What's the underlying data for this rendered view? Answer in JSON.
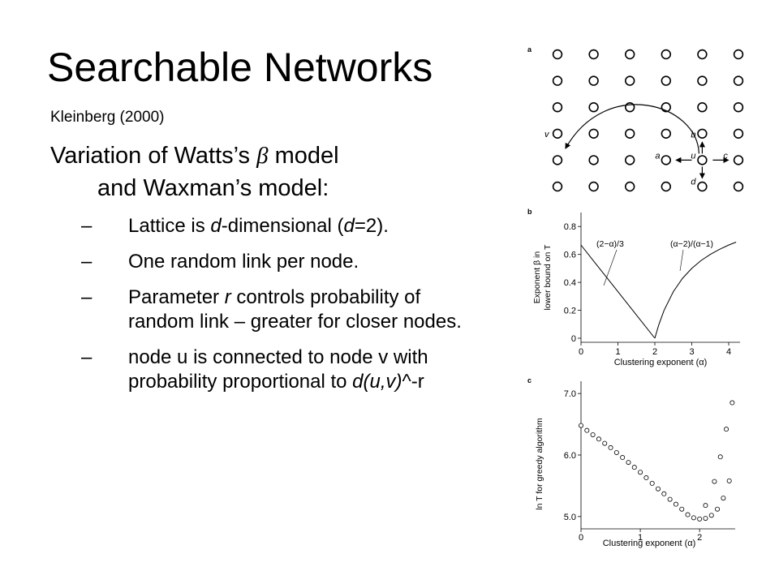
{
  "title": "Searchable Networks",
  "subtitle": "Kleinberg (2000)",
  "heading": {
    "line1_pre": "Variation of Watts’s ",
    "beta": "β",
    "line1_post": " model",
    "line2": "and Waxman’s model:"
  },
  "bullet_marker": "–",
  "bullets": [
    {
      "parts": [
        [
          "Lattice is ",
          false
        ],
        [
          "d",
          true
        ],
        [
          "-dimensional (",
          false
        ],
        [
          "d",
          true
        ],
        [
          "=2).",
          false
        ]
      ]
    },
    {
      "parts": [
        [
          "One random link per node.",
          false
        ]
      ]
    },
    {
      "parts": [
        [
          "Parameter ",
          false
        ],
        [
          "r",
          true
        ],
        [
          " controls probability of random link – greater for closer nodes.",
          false
        ]
      ]
    },
    {
      "parts": [
        [
          "node u is connected to node v with probability proportional to ",
          false
        ],
        [
          "d(u,v)",
          true
        ],
        [
          "^-r",
          false
        ]
      ]
    }
  ],
  "panel_a": {
    "panel_label": "a",
    "rows": 6,
    "cols": 6,
    "node_labels": {
      "v": "v",
      "b": "b",
      "a": "a",
      "u": "u",
      "c": "c",
      "d": "d"
    }
  },
  "chart_data": [
    {
      "type": "line",
      "panel_label": "b",
      "xlabel": "Clustering exponent (α)",
      "ylabel_line1": "Exponent β in",
      "ylabel_line2": "lower bound on T",
      "xlim": [
        0,
        4
      ],
      "ylim": [
        0,
        0.9
      ],
      "xticks": [
        "0",
        "1",
        "2",
        "3",
        "4"
      ],
      "yticks": [
        "0",
        "0.2",
        "0.4",
        "0.6",
        "0.8"
      ],
      "annotations": [
        "(2−α)/3",
        "(α−2)/(α−1)"
      ],
      "series": [
        {
          "x": [
            0,
            0.4,
            0.8,
            1.2,
            1.6,
            2.0
          ],
          "values": [
            0.667,
            0.533,
            0.4,
            0.267,
            0.133,
            0
          ]
        },
        {
          "x": [
            2.0,
            2.1,
            2.25,
            2.5,
            2.75,
            3.0,
            3.25,
            3.5,
            3.75,
            4.0,
            4.2
          ],
          "values": [
            0,
            0.091,
            0.2,
            0.333,
            0.429,
            0.5,
            0.556,
            0.6,
            0.636,
            0.667,
            0.688
          ]
        }
      ]
    },
    {
      "type": "scatter",
      "panel_label": "c",
      "xlabel": "Clustering exponent (α)",
      "ylabel": "ln T for greedy algorithm",
      "xlim": [
        0,
        2.6
      ],
      "ylim": [
        4.8,
        7.2
      ],
      "xticks": [
        "0",
        "1",
        "2"
      ],
      "yticks": [
        "5.0",
        "6.0",
        "7.0"
      ],
      "series": [
        {
          "x": [
            0.0,
            0.1,
            0.2,
            0.3,
            0.4,
            0.5,
            0.6,
            0.7,
            0.8,
            0.9,
            1.0,
            1.1,
            1.2,
            1.3,
            1.4,
            1.5,
            1.6,
            1.7,
            1.8,
            1.9,
            2.0,
            2.1,
            2.2,
            2.3,
            2.4,
            2.5
          ],
          "values": [
            6.48,
            6.4,
            6.33,
            6.26,
            6.19,
            6.12,
            6.04,
            5.96,
            5.88,
            5.8,
            5.72,
            5.63,
            5.54,
            5.45,
            5.37,
            5.28,
            5.2,
            5.12,
            5.03,
            4.98,
            4.96,
            4.97,
            5.02,
            5.12,
            5.3,
            5.58
          ]
        },
        {
          "x": [
            2.1,
            2.25,
            2.35,
            2.45,
            2.55
          ],
          "values": [
            5.18,
            5.57,
            5.97,
            6.42,
            6.85
          ]
        }
      ]
    }
  ]
}
